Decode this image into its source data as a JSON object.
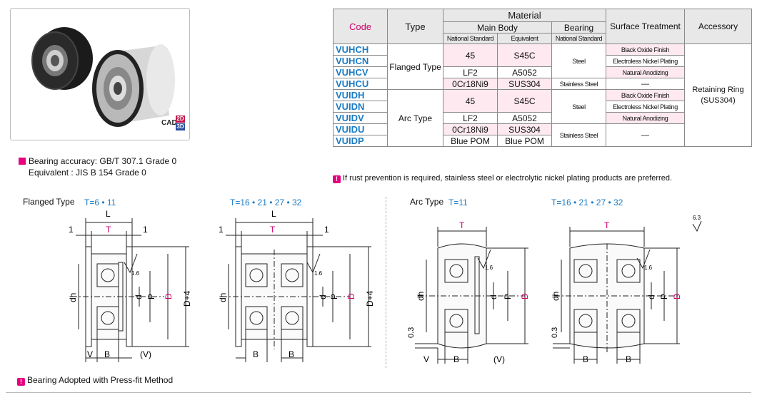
{
  "cad": {
    "label": "CAD",
    "b2": "2D",
    "b3": "3D"
  },
  "notes": {
    "bearing_accuracy_line1": "Bearing accuracy: GB/T 307.1 Grade 0",
    "bearing_accuracy_line2": "Equivalent : JIS B 154 Grade 0",
    "rust": "If rust prevention is required, stainless steel or electrolytic nickel plating products are preferred.",
    "press_fit": "Bearing Adopted with Press-fit Method"
  },
  "table": {
    "headers": {
      "code": "Code",
      "type": "Type",
      "material": "Material",
      "main_body": "Main Body",
      "bearing": "Bearing",
      "national_standard": "National Standard",
      "equivalent": "Equivalent",
      "surface_treatment": "Surface Treatment",
      "accessory": "Accessory"
    },
    "codes": [
      "VUHCH",
      "VUHCN",
      "VUHCV",
      "VUHCU",
      "VUIDH",
      "VUIDN",
      "VUIDV",
      "VUIDU",
      "VUIDP"
    ],
    "types": [
      "Flanged Type",
      "Arc Type"
    ],
    "main_national": [
      "45",
      "LF2",
      "0Cr18Ni9",
      "45",
      "LF2",
      "0Cr18Ni9",
      "Blue POM"
    ],
    "main_equivalent": [
      "S45C",
      "A5052",
      "SUS304",
      "S45C",
      "A5052",
      "SUS304",
      "Blue POM"
    ],
    "bearing": [
      "Steel",
      "Stainless Steel",
      "Steel",
      "Stainless Steel"
    ],
    "surface": [
      "Black Oxide Finish",
      "Electroless Nickel Plating",
      "Natural Anodizing",
      "—",
      "Black Oxide Finish",
      "Electroless Nickel Plating",
      "Natural Anodizing",
      "—"
    ],
    "accessory": [
      "Retaining Ring",
      "(SUS304)"
    ]
  },
  "drawings": {
    "flanged_title": "Flanged Type",
    "flanged_t1": "T=6 • 11",
    "flanged_t2": "T=16 • 21 • 27 • 32",
    "arc_title": "Arc Type",
    "arc_t1": "T=11",
    "arc_t2": "T=16 • 21 • 27 • 32",
    "roughness_top": "6.3",
    "roughness": "1.6",
    "labels": {
      "L": "L",
      "T": "T",
      "one": "1",
      "dh": "dh",
      "d": "d",
      "P": "P",
      "D": "D",
      "D4": "D+4",
      "V": "V",
      "B": "B",
      "Vp": "(V)",
      "g03": "0.3"
    }
  }
}
